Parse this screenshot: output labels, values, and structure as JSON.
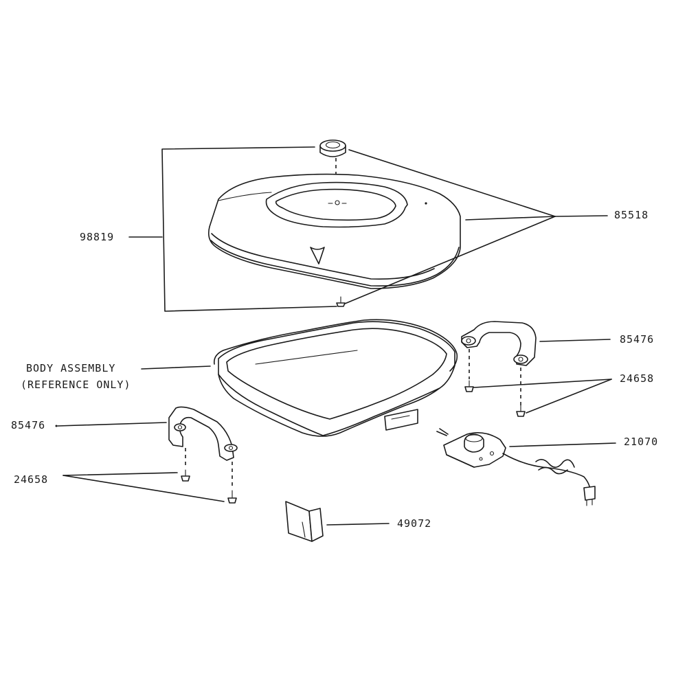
{
  "callouts": {
    "lid_assembly": "98819",
    "lid": "85518",
    "right_handle": "85476",
    "right_screws": "24658",
    "body_line1": "BODY ASSEMBLY",
    "body_line2": "(REFERENCE ONLY)",
    "left_handle": "85476",
    "left_screws": "24658",
    "temperature_control": "21070",
    "instruction_booklet": "49072"
  },
  "colors": {
    "ink": "#1a1a1a",
    "paper": "#ffffff"
  }
}
